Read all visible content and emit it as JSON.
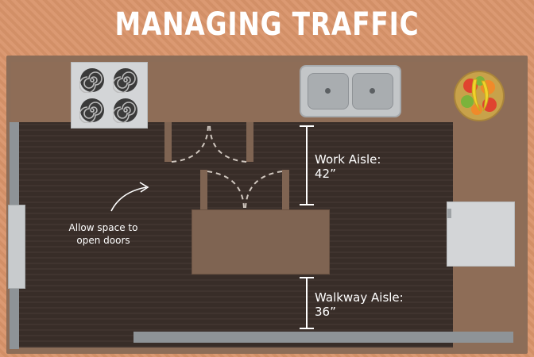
{
  "title": "MANAGING TRAFFIC",
  "annotations": {
    "work_aisle_label": "Work Aisle:",
    "work_aisle_value": "42”",
    "walkway_aisle_label": "Walkway Aisle:",
    "walkway_aisle_value": "36”",
    "doors_line1": "Allow space to",
    "doors_line2": "open doors"
  },
  "icons": [
    "burner-icon",
    "fruit-bowl-icon",
    "curved-arrow-icon",
    "dimension-marker-icon"
  ],
  "colors": {
    "background": "#d9946a",
    "floor": "#3b2f2a",
    "counter": "#8e6d57",
    "island": "#7f6452",
    "appliance": "#d3d5d7",
    "wall": "#8e9397",
    "text": "#ffffff"
  }
}
